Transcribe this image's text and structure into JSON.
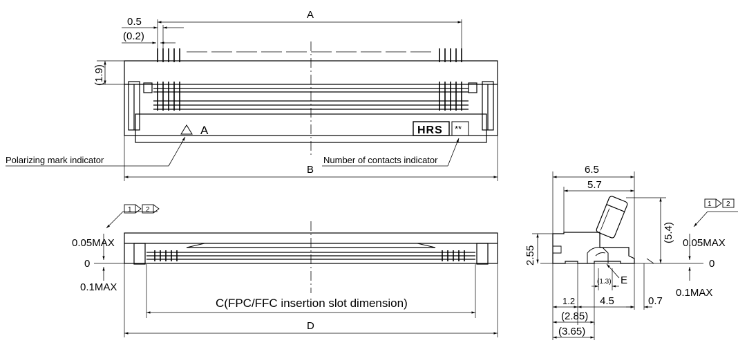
{
  "top_view": {
    "dim_a": "A",
    "dim_pitch": "0.5",
    "dim_pitch_sub": "(0.2)",
    "dim_height": "(1.9)",
    "dim_b": "B",
    "mark_a": "A",
    "polarizing_label": "Polarizing mark indicator",
    "contacts_label": "Number of contacts indicator",
    "logo_text": "HRS",
    "count_mark": "**"
  },
  "front_view": {
    "note_1": "1",
    "note_2": "2",
    "tol_plus": "0.05MAX",
    "tol_zero": "0",
    "tol_minus": "0.1MAX",
    "dim_c": "C(FPC/FFC insertion slot dimension)",
    "dim_d": "D"
  },
  "side_view": {
    "dim_65": "6.5",
    "dim_57": "5.7",
    "dim_54": "(5.4)",
    "dim_255": "2.55",
    "dim_13": "(1.3)",
    "label_e": "E",
    "dim_12": "1.2",
    "dim_45": "4.5",
    "dim_07": "0.7",
    "dim_285": "(2.85)",
    "dim_365": "(3.65)",
    "note_1": "1",
    "note_2": "2",
    "tol_plus": "0.05MAX",
    "tol_zero": "0",
    "tol_minus": "0.1MAX"
  }
}
